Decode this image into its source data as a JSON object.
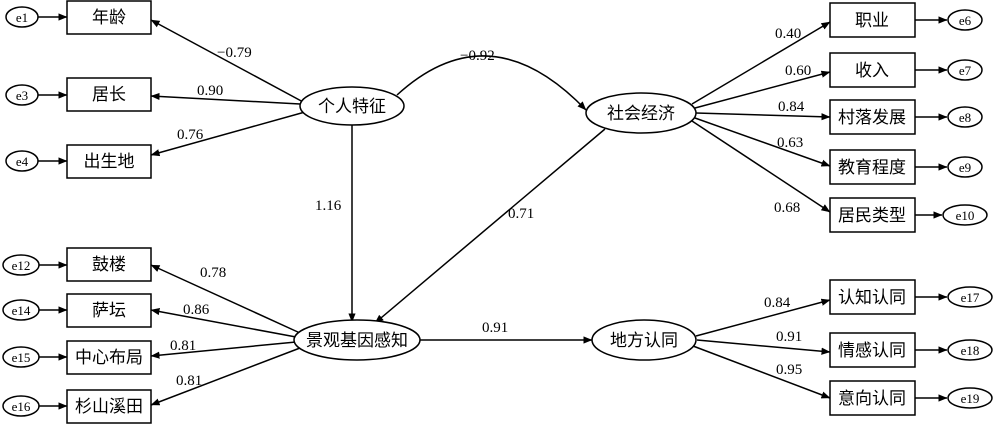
{
  "latent": {
    "personal": "个人特征",
    "social": "社会经济",
    "landscape": "景观基因感知",
    "identity": "地方认同"
  },
  "indicators": {
    "age": "年龄",
    "residence": "居长",
    "birthplace": "出生地",
    "occupation": "职业",
    "income": "收入",
    "village": "村落发展",
    "education": "教育程度",
    "resident_type": "居民类型",
    "drum_tower": "鼓楼",
    "sa_altar": "萨坛",
    "center_layout": "中心布局",
    "fir_field": "杉山溪田",
    "cognitive": "认知认同",
    "emotional": "情感认同",
    "intention": "意向认同"
  },
  "errors": {
    "e1": "e1",
    "e3": "e3",
    "e4": "e4",
    "e6": "e6",
    "e7": "e7",
    "e8": "e8",
    "e9": "e9",
    "e10": "e10",
    "e12": "e12",
    "e14": "e14",
    "e15": "e15",
    "e16": "e16",
    "e17": "e17",
    "e18": "e18",
    "e19": "e19"
  },
  "coefficients": {
    "age": "−0.79",
    "residence": "0.90",
    "birthplace": "0.76",
    "personal_social": "−0.92",
    "personal_landscape": "1.16",
    "social_landscape": "0.71",
    "occupation": "0.40",
    "income": "0.60",
    "village": "0.84",
    "education": "0.63",
    "resident_type": "0.68",
    "drum_tower": "0.78",
    "sa_altar": "0.86",
    "center_layout": "0.81",
    "fir_field": "0.81",
    "landscape_identity": "0.91",
    "cognitive": "0.84",
    "emotional": "0.91",
    "intention": "0.95"
  }
}
